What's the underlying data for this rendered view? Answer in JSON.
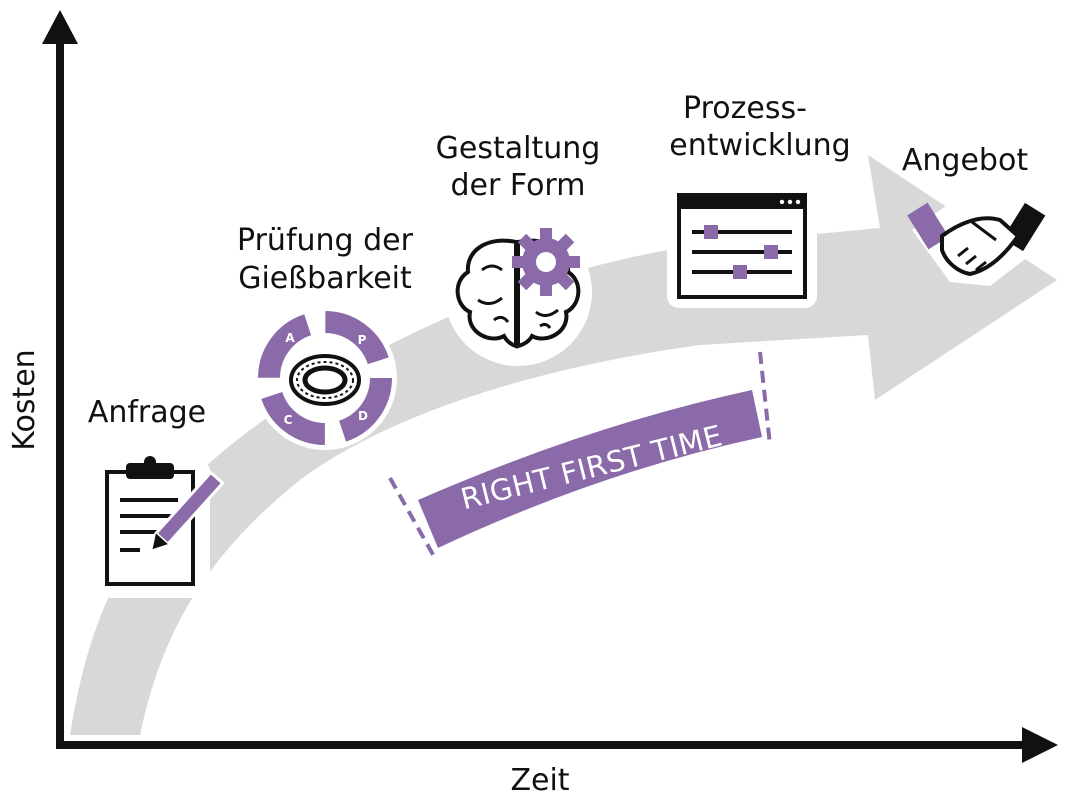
{
  "axes": {
    "x_label": "Zeit",
    "y_label": "Kosten"
  },
  "steps": [
    {
      "label_lines": [
        "Anfrage"
      ],
      "icon": "clipboard-pencil-icon"
    },
    {
      "label_lines": [
        "Prüfung der",
        "Gießbarkeit"
      ],
      "icon": "pdca-cycle-icon"
    },
    {
      "label_lines": [
        "Gestaltung",
        "der Form"
      ],
      "icon": "brain-gear-icon"
    },
    {
      "label_lines": [
        "Prozess-",
        "entwicklung"
      ],
      "icon": "process-window-icon"
    },
    {
      "label_lines": [
        "Angebot"
      ],
      "icon": "handshake-icon"
    }
  ],
  "banner": {
    "text": "RIGHT FIRST TIME"
  },
  "pdca_letters": {
    "a": "A",
    "p": "P",
    "c": "C",
    "d": "D"
  },
  "colors": {
    "accent": "#8a6aa8",
    "arrow": "#d8d8d8",
    "ink": "#111111"
  }
}
